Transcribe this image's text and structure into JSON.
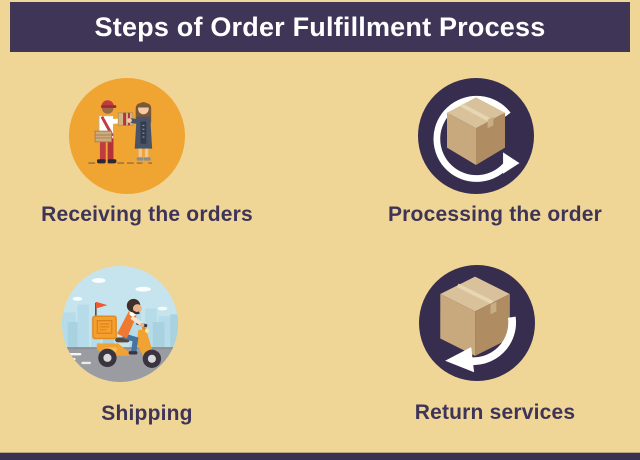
{
  "header": {
    "title": "Steps of Order Fulfillment Process"
  },
  "steps": [
    {
      "id": "receiving",
      "label": "Receiving the orders",
      "icon": "receiving-orders-icon"
    },
    {
      "id": "processing",
      "label": "Processing the order",
      "icon": "processing-order-icon"
    },
    {
      "id": "shipping",
      "label": "Shipping",
      "icon": "shipping-icon"
    },
    {
      "id": "return",
      "label": "Return services",
      "icon": "return-services-icon"
    }
  ],
  "colors": {
    "background": "#EFD596",
    "title_bar": "#3F3557",
    "title_text": "#FFFFFF",
    "label_text": "#3E3458",
    "circle_orange": "#F0A431",
    "circle_dark": "#372D4F",
    "circle_blue": "#C6E4EE",
    "arrow_white": "#FFFFFF",
    "box_top": "#D9C29B",
    "box_front": "#C8A97E",
    "box_side": "#B08C63",
    "bottom_bar": "#3A3152"
  }
}
